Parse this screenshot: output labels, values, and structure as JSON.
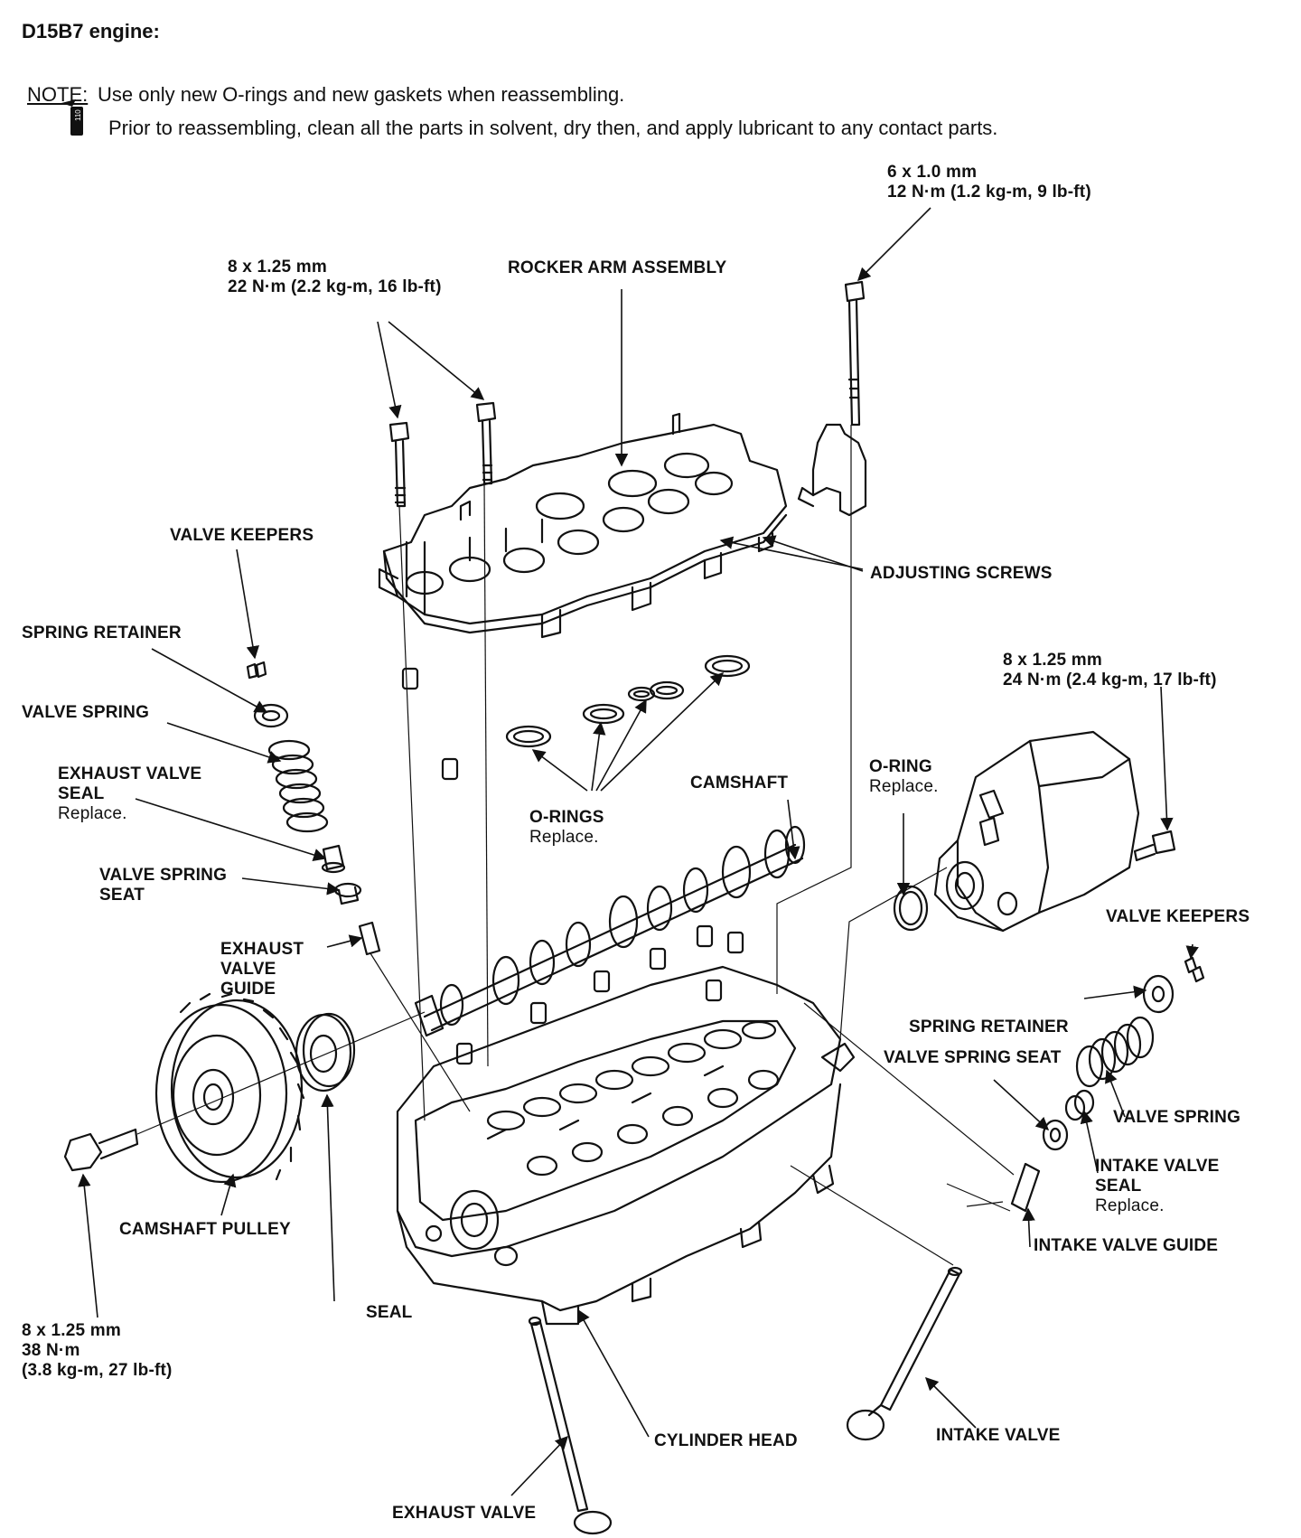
{
  "header": {
    "title": "D15B7 engine:"
  },
  "note": {
    "label": "NOTE:",
    "line1": "Use only new O-rings and new gaskets when reassembling.",
    "line2": "Prior to reassembling, clean all the parts in solvent, dry then, and apply lubricant to any contact parts."
  },
  "labels": {
    "bolt_top_right": {
      "line1": "6 x 1.0 mm",
      "line2": "12 N·m (1.2 kg-m, 9 lb-ft)"
    },
    "bolt_rocker": {
      "line1": "8 x 1.25 mm",
      "line2": "22 N·m (2.2 kg-m, 16 lb-ft)"
    },
    "rocker_arm_assembly": "ROCKER ARM ASSEMBLY",
    "adjusting_screws": "ADJUSTING SCREWS",
    "valve_keepers_left": "VALVE KEEPERS",
    "spring_retainer_left": "SPRING RETAINER",
    "valve_spring_left": "VALVE SPRING",
    "exhaust_valve_seal": {
      "line1": "EXHAUST VALVE",
      "line2": "SEAL",
      "sub": "Replace."
    },
    "valve_spring_seat_left": {
      "line1": "VALVE SPRING",
      "line2": "SEAT"
    },
    "exhaust_valve_guide": {
      "line1": "EXHAUST",
      "line2": "VALVE",
      "line3": "GUIDE"
    },
    "o_rings": {
      "line1": "O-RINGS",
      "sub": "Replace."
    },
    "camshaft": "CAMSHAFT",
    "o_ring": {
      "line1": "O-RING",
      "sub": "Replace."
    },
    "bolt_distributor": {
      "line1": "8 x 1.25 mm",
      "line2": "24 N·m (2.4 kg-m, 17 lb-ft)"
    },
    "valve_keepers_right": "VALVE KEEPERS",
    "spring_retainer_right": "SPRING RETAINER",
    "valve_spring_seat_right": "VALVE SPRING SEAT",
    "valve_spring_right": "VALVE SPRING",
    "intake_valve_seal": {
      "line1": "INTAKE VALVE",
      "line2": "SEAL",
      "sub": "Replace."
    },
    "intake_valve_guide": "INTAKE VALVE GUIDE",
    "camshaft_pulley": "CAMSHAFT PULLEY",
    "seal": "SEAL",
    "bolt_pulley": {
      "line1": "8 x 1.25 mm",
      "line2": "38 N·m",
      "line3": "(3.8 kg-m, 27 lb-ft)"
    },
    "cylinder_head": "CYLINDER HEAD",
    "intake_valve": "INTAKE VALVE",
    "exhaust_valve": "EXHAUST VALVE"
  },
  "tool_icon": {
    "name": "tool-reference-icon",
    "text": "110"
  }
}
